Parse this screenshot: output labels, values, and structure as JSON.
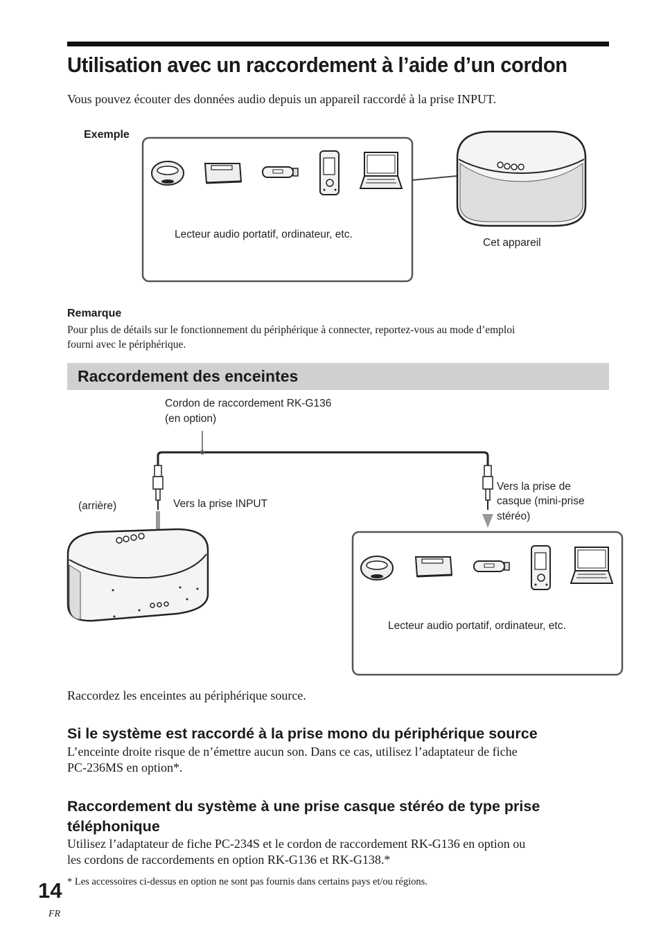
{
  "title": "Utilisation avec un raccordement à l’aide d’un cordon",
  "intro": "Vous pouvez écouter des données audio depuis un appareil raccordé à la prise INPUT.",
  "example": {
    "label": "Exemple",
    "devices_caption": "Lecteur audio portatif, ordinateur, etc.",
    "speaker_caption": "Cet appareil"
  },
  "note": {
    "heading": "Remarque",
    "text_line1": "Pour plus de détails sur le fonctionnement du périphérique à connecter, reportez-vous au mode d’emploi",
    "text_line2": "fourni avec le périphérique."
  },
  "section": {
    "title": "Raccordement des enceintes"
  },
  "diagram2": {
    "cable_label_line1": "Cordon de raccordement RK-G136",
    "cable_label_line2": "(en option)",
    "rear_label": "(arrière)",
    "input_label": "Vers la prise INPUT",
    "headphone_label_line1": "Vers la prise de",
    "headphone_label_line2": "casque (mini-prise",
    "headphone_label_line3": "stéréo)",
    "devices_caption": "Lecteur audio portatif, ordinateur, etc."
  },
  "connect_text": "Raccordez les enceintes au périphérique source.",
  "sub1": {
    "heading": "Si le système est raccordé à la prise mono du périphérique source",
    "line1": "L’enceinte droite risque de n’émettre aucun son. Dans ce cas, utilisez l’adaptateur de fiche",
    "line2": "PC-236MS en option*."
  },
  "sub2": {
    "heading_line1": "Raccordement du système à une prise casque stéréo de type prise",
    "heading_line2": "téléphonique",
    "line1": "Utilisez l’adaptateur de fiche PC-234S et le cordon de raccordement RK-G136 en option ou",
    "line2": "les cordons de raccordements en option RK-G136 et RK-G138.*"
  },
  "footnote": "* Les accessoires ci-dessus en option ne sont pas fournis dans certains pays et/ou régions.",
  "page": {
    "number": "14",
    "lang": "FR"
  },
  "colors": {
    "rule": "#111111",
    "section_bar": "#d0d0d0",
    "box_border": "#555555"
  },
  "icons": [
    "cd-player-icon",
    "md-player-icon",
    "usb-player-icon",
    "walkman-icon",
    "laptop-icon",
    "speaker-icon",
    "plug-icon"
  ]
}
